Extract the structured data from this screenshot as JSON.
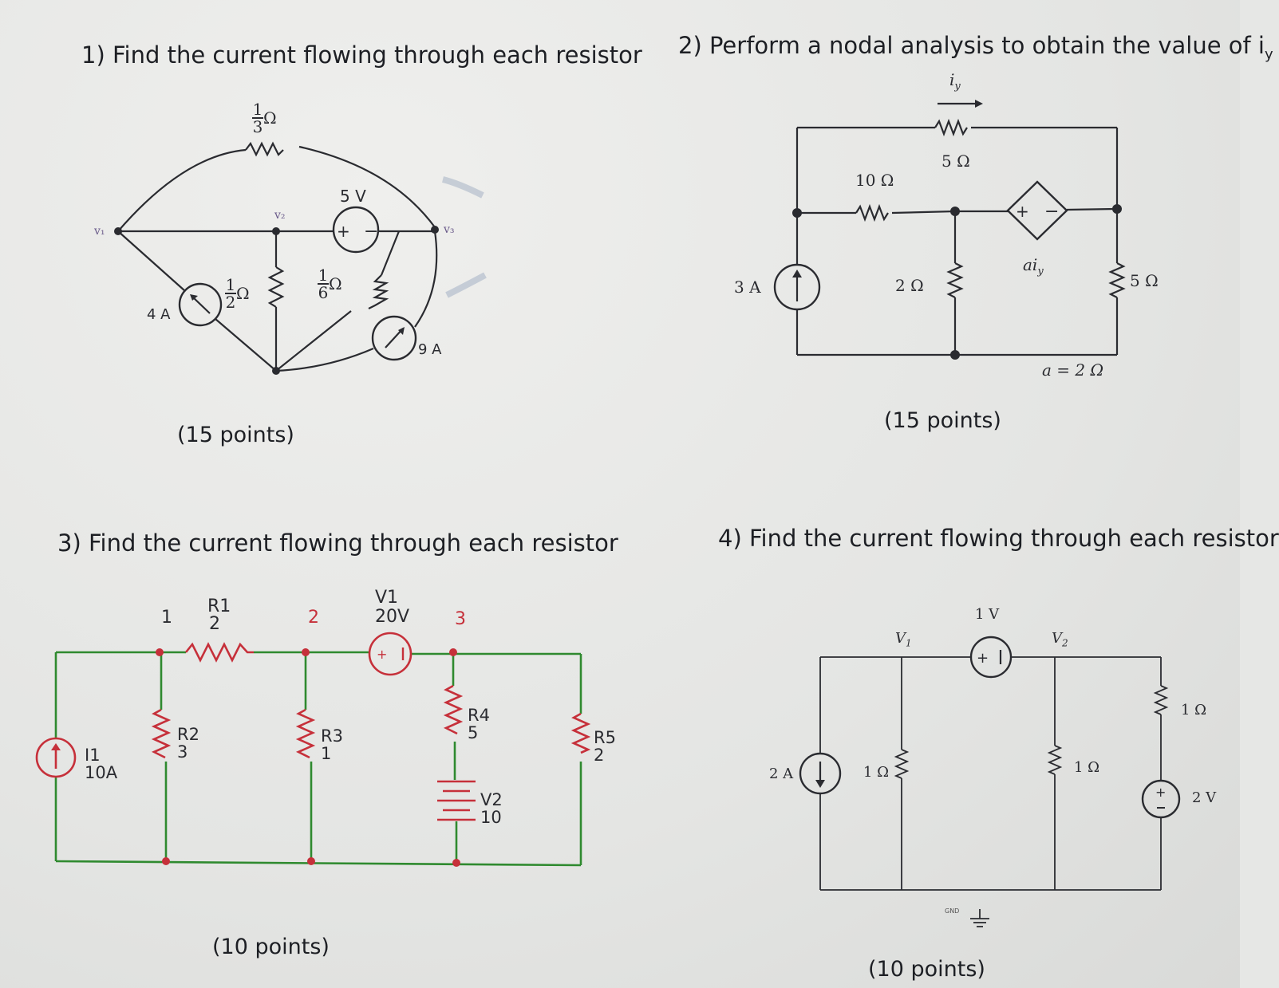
{
  "problems": [
    {
      "title": "1) Find the current flowing through each resistor",
      "points": "(15 points)"
    },
    {
      "title": "2) Perform a nodal analysis to obtain the value of i",
      "title_sub": "y",
      "points": "(15 points)"
    },
    {
      "title": "3) Find the current flowing through each resistor",
      "points": "(10 points)"
    },
    {
      "title": "4) Find the current flowing through each resistor",
      "points": "(10 points)"
    }
  ],
  "circuit1": {
    "r_top_num": "1",
    "r_top_den": "3",
    "r_top_unit": "Ω",
    "node_v1": "v₁",
    "node_v2": "v₂",
    "node_v3": "v₃",
    "vsrc": "5 V",
    "r_left_num": "1",
    "r_left_den": "2",
    "r_left_unit": "Ω",
    "r_right_num": "1",
    "r_right_den": "6",
    "r_right_unit": "Ω",
    "isrc_left": "4 A",
    "isrc_right": "9 A"
  },
  "circuit2": {
    "iy": "i",
    "iy_sub": "y",
    "r_top": "5 Ω",
    "r_10": "10 Ω",
    "r_2": "2 Ω",
    "r_right": "5 Ω",
    "isrc": "3 A",
    "dep": "ai",
    "dep_sub": "y",
    "a_value": "a = 2 Ω"
  },
  "circuit3": {
    "node1": "1",
    "node2": "2",
    "node3": "3",
    "r1_name": "R1",
    "r1_val": "2",
    "v1_name": "V1",
    "v1_val": "20V",
    "i1_name": "I1",
    "i1_val": "10A",
    "r2_name": "R2",
    "r2_val": "3",
    "r3_name": "R3",
    "r3_val": "1",
    "r4_name": "R4",
    "r4_val": "5",
    "v2_name": "V2",
    "v2_val": "10",
    "r5_name": "R5",
    "r5_val": "2"
  },
  "circuit4": {
    "node_v1": "V",
    "node_v1_sub": "1",
    "node_v2": "V",
    "node_v2_sub": "2",
    "vsrc_top": "1 V",
    "isrc": "2 A",
    "r_left": "1 Ω",
    "r_mid": "1 Ω",
    "r_right": "1 Ω",
    "vsrc_right": "2 V",
    "gnd": "GND"
  }
}
